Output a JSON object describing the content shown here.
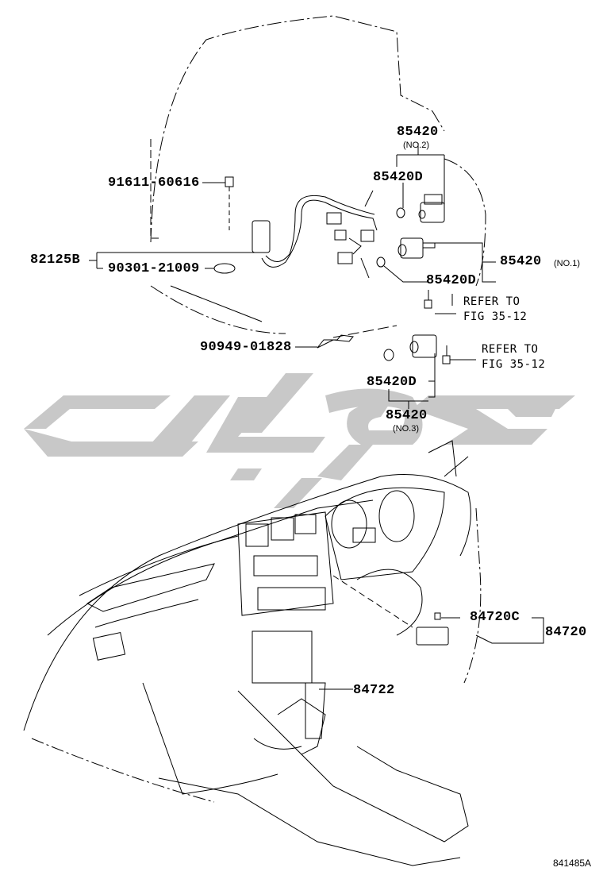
{
  "parts": {
    "p85420_no2": "85420",
    "p85420_no2_sub": "(NO.2)",
    "p85420D_a": "85420D",
    "p91611": "91611-60616",
    "p82125B": "82125B",
    "p90301": "90301-21009",
    "p85420_no1": "85420",
    "p85420_no1_sub": "(NO.1)",
    "p85420D_b": "85420D",
    "p90949": "90949-01828",
    "p85420D_c": "85420D",
    "p85420_no3": "85420",
    "p85420_no3_sub": "(NO.3)",
    "p84720C": "84720C",
    "p84720": "84720",
    "p84722": "84722"
  },
  "refs": {
    "ref1_line1": "REFER TO",
    "ref1_line2": "FIG 35-12",
    "ref2_line1": "REFER TO",
    "ref2_line2": "FIG 35-12"
  },
  "illustration_id": "841485A",
  "colors": {
    "watermark": "#c8c8c8",
    "line": "#000000"
  }
}
